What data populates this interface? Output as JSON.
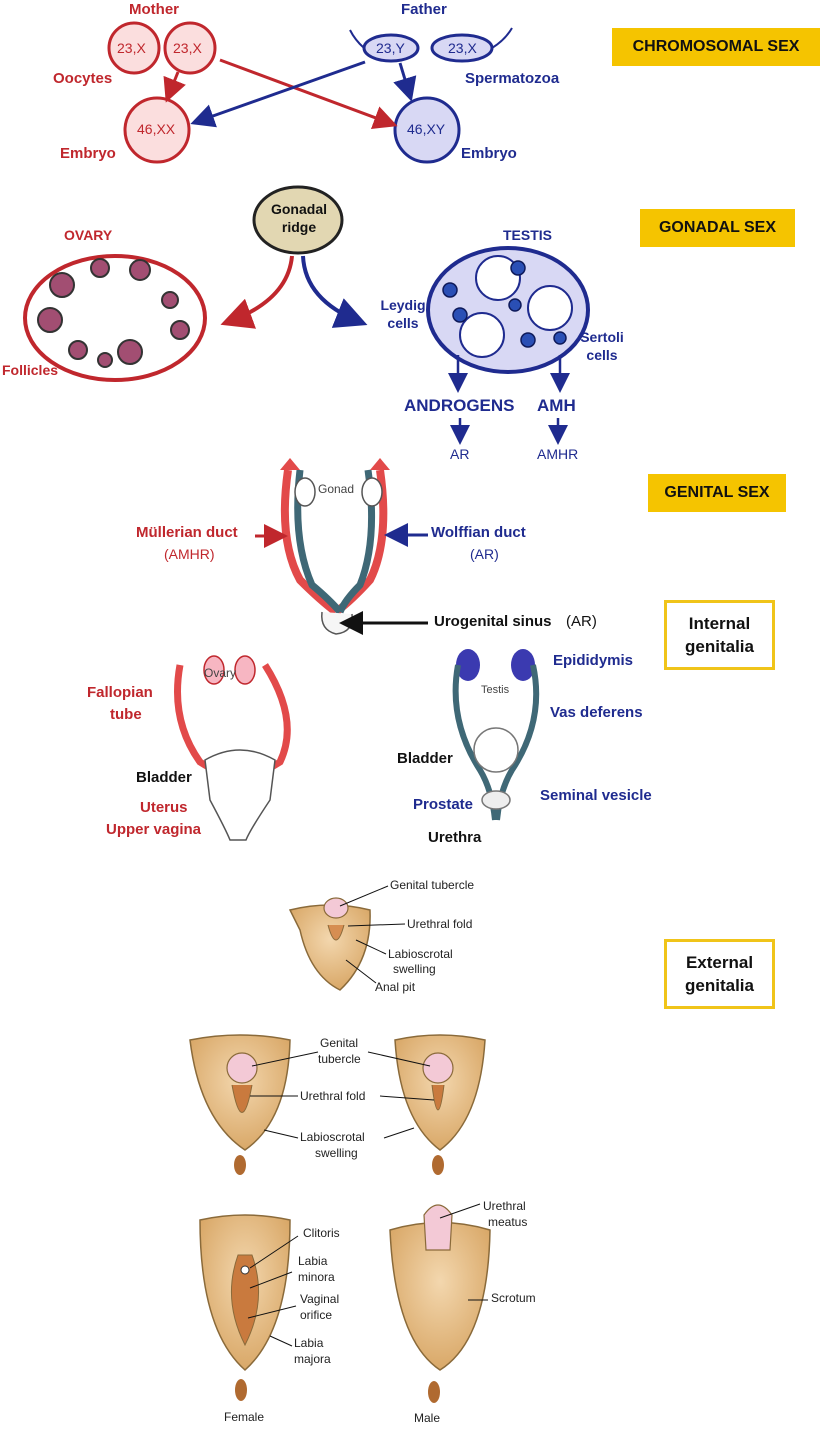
{
  "chromosomal": {
    "tag": "CHROMOSOMAL SEX",
    "mother": "Mother",
    "father": "Father",
    "oocyte_1": "23,X",
    "oocyte_2": "23,X",
    "sperm_1": "23,Y",
    "sperm_2": "23,X",
    "oocytes_label": "Oocytes",
    "spermatozoa_label": "Spermatozoa",
    "embryo_female": "46,XX",
    "embryo_male": "46,XY",
    "embryo_label_left": "Embryo",
    "embryo_label_right": "Embryo"
  },
  "gonadal": {
    "tag": "GONADAL SEX",
    "ridge": "Gonadal ridge",
    "ovary": "OVARY",
    "testis": "TESTIS",
    "follicles": "Follicles",
    "leydig": "Leydig cells",
    "sertoli": "Sertoli cells",
    "androgens": "ANDROGENS",
    "amh": "AMH",
    "ar": "AR",
    "amhr": "AMHR"
  },
  "genital": {
    "tag": "GENITAL SEX",
    "gonad": "Gonad",
    "mullerian": "Müllerian duct",
    "mullerian_sub": "(AMHR)",
    "wolffian": "Wolffian duct",
    "wolffian_sub": "(AR)",
    "urogenital": "Urogenital sinus",
    "urogenital_sub": "(AR)"
  },
  "internal": {
    "tag_line1": "Internal",
    "tag_line2": "genitalia",
    "ovary": "Ovary",
    "fallopian_1": "Fallopian",
    "fallopian_2": "tube",
    "bladder_f": "Bladder",
    "uterus": "Uterus",
    "upper_vagina": "Upper vagina",
    "testis": "Testis",
    "epididymis": "Epididymis",
    "vas_deferens": "Vas deferens",
    "bladder_m": "Bladder",
    "prostate": "Prostate",
    "seminal_vesicle": "Seminal vesicle",
    "urethra": "Urethra"
  },
  "external": {
    "tag_line1": "External",
    "tag_line2": "genitalia",
    "genital_tubercle": "Genital tubercle",
    "urethral_fold": "Urethral fold",
    "labioscrotal_1": "Labioscrotal",
    "labioscrotal_2": "swelling",
    "anal_pit": "Anal pit",
    "mid_genital_1": "Genital",
    "mid_genital_2": "tubercle",
    "mid_urethral": "Urethral fold",
    "mid_labio_1": "Labioscrotal",
    "mid_labio_2": "swelling",
    "clitoris": "Clitoris",
    "labia_minora_1": "Labia",
    "labia_minora_2": "minora",
    "vaginal_1": "Vaginal",
    "vaginal_2": "orifice",
    "labia_majora_1": "Labia",
    "labia_majora_2": "majora",
    "urethral_meatus_1": "Urethral",
    "urethral_meatus_2": "meatus",
    "scrotum": "Scrotum",
    "female": "Female",
    "male": "Male"
  },
  "colors": {
    "female_red": "#c0272d",
    "male_blue": "#1f2b8f",
    "tag_yellow": "#f5c400",
    "box_border": "#f0c419"
  }
}
